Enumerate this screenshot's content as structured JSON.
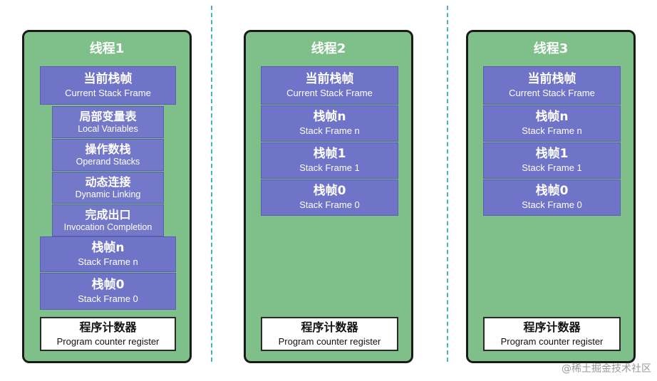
{
  "threads": [
    {
      "title": "线程1",
      "current": {
        "zh": "当前栈帧",
        "en": "Current Stack Frame"
      },
      "parts": [
        {
          "zh": "局部变量表",
          "en": "Local Variables"
        },
        {
          "zh": "操作数栈",
          "en": "Operand Stacks"
        },
        {
          "zh": "动态连接",
          "en": "Dynamic Linking"
        },
        {
          "zh": "完成出口",
          "en": "Invocation Completion"
        }
      ],
      "frames": [
        {
          "zh": "栈帧n",
          "en": "Stack Frame n"
        },
        {
          "zh": "栈帧0",
          "en": "Stack Frame 0"
        }
      ],
      "pc": {
        "zh": "程序计数器",
        "en": "Program counter register"
      }
    },
    {
      "title": "线程2",
      "current": {
        "zh": "当前栈帧",
        "en": "Current Stack Frame"
      },
      "frames": [
        {
          "zh": "栈帧n",
          "en": "Stack Frame n"
        },
        {
          "zh": "栈帧1",
          "en": "Stack Frame 1"
        },
        {
          "zh": "栈帧0",
          "en": "Stack Frame 0"
        }
      ],
      "pc": {
        "zh": "程序计数器",
        "en": "Program counter register"
      }
    },
    {
      "title": "线程3",
      "current": {
        "zh": "当前栈帧",
        "en": "Current Stack Frame"
      },
      "frames": [
        {
          "zh": "栈帧n",
          "en": "Stack Frame n"
        },
        {
          "zh": "栈帧1",
          "en": "Stack Frame 1"
        },
        {
          "zh": "栈帧0",
          "en": "Stack Frame 0"
        }
      ],
      "pc": {
        "zh": "程序计数器",
        "en": "Program counter register"
      }
    }
  ],
  "watermark": "@稀土掘金技术社区",
  "colors": {
    "thread_bg": "#7fbf8a",
    "frame_bg": "#6f74c8",
    "divider": "#46b4c8"
  }
}
